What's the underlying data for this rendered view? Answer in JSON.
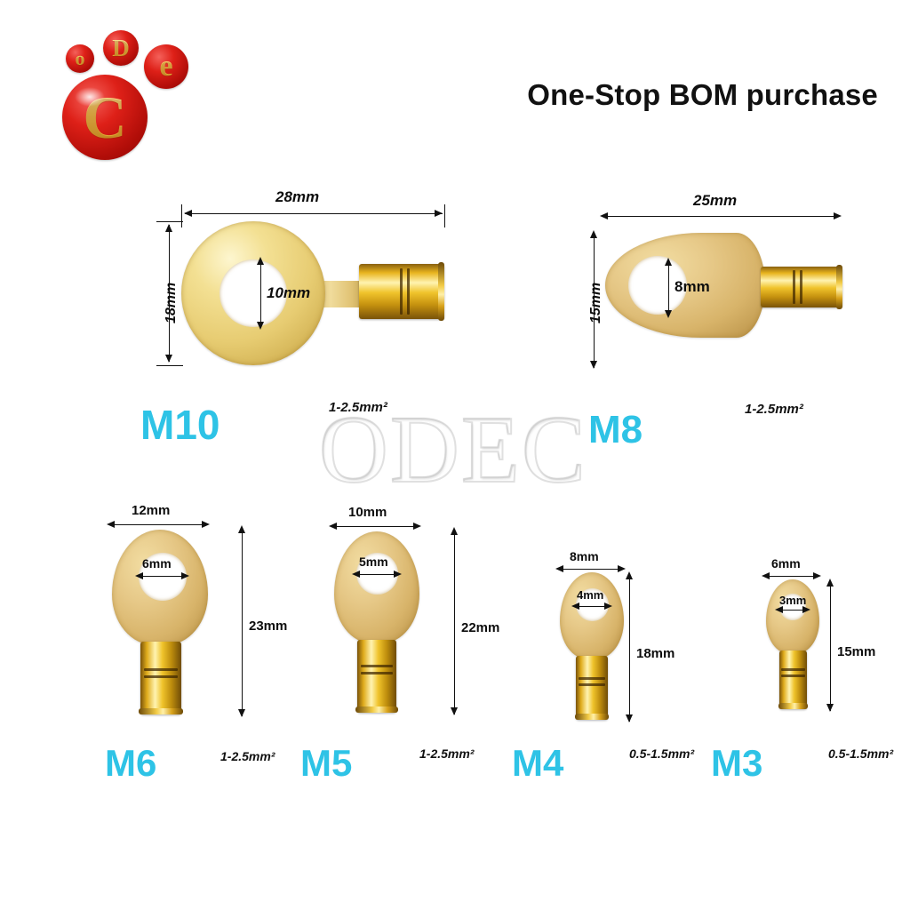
{
  "header": {
    "headline": "One-Stop BOM purchase",
    "logo": {
      "letters": [
        "o",
        "D",
        "e",
        "C"
      ],
      "name": "ODEC"
    }
  },
  "watermark": {
    "text": "ODEC"
  },
  "colors": {
    "size_label": "#2ec3e6",
    "headline": "#111111",
    "dimension_line": "#111111",
    "ring_gold": "#e7cc72",
    "barrel_gold": "#f0c42c",
    "logo_red": "#de2018",
    "logo_gold": "#f0c053"
  },
  "products": [
    {
      "size": "M10",
      "width": "28mm",
      "height": "18mm",
      "hole": "10mm",
      "wire": "1-2.5mm²"
    },
    {
      "size": "M8",
      "width": "25mm",
      "height": "15mm",
      "hole": "8mm",
      "wire": "1-2.5mm²"
    },
    {
      "size": "M6",
      "width": "12mm",
      "height": "23mm",
      "hole": "6mm",
      "wire": "1-2.5mm²"
    },
    {
      "size": "M5",
      "width": "10mm",
      "height": "22mm",
      "hole": "5mm",
      "wire": "1-2.5mm²"
    },
    {
      "size": "M4",
      "width": "8mm",
      "height": "18mm",
      "hole": "4mm",
      "wire": "0.5-1.5mm²"
    },
    {
      "size": "M3",
      "width": "6mm",
      "height": "15mm",
      "hole": "3mm",
      "wire": "0.5-1.5mm²"
    }
  ]
}
